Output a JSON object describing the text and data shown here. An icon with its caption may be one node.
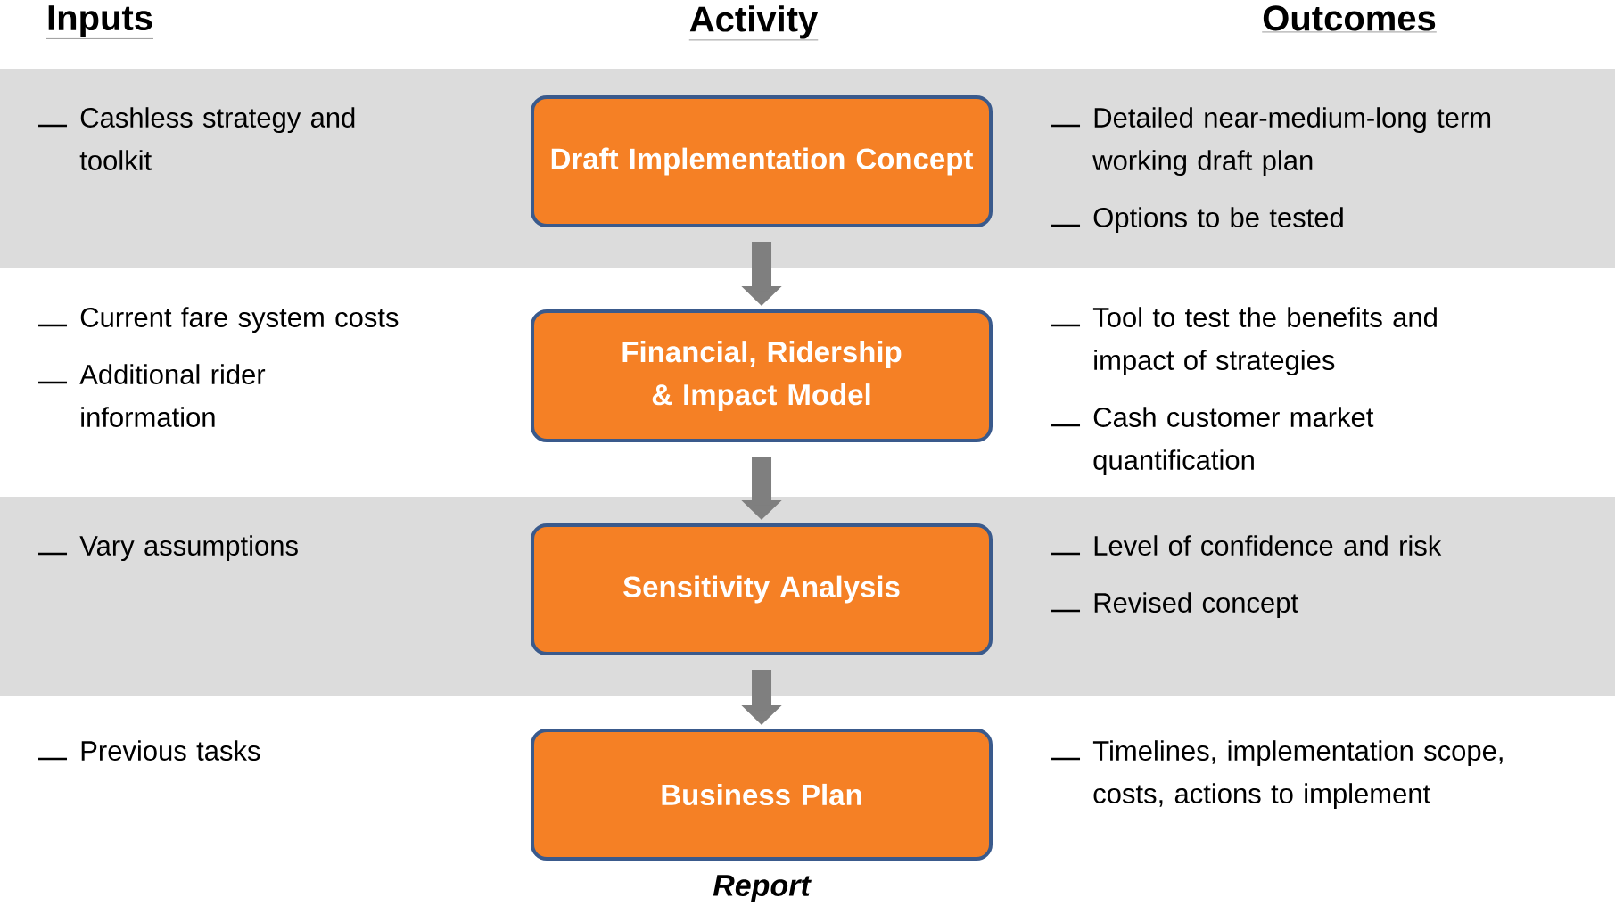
{
  "diagram": {
    "nodes": [
      {
        "text": [
          "Draft Implementation Concept"
        ]
      },
      {
        "text": [
          "Financial, Ridership & Impact Model"
        ]
      },
      {
        "text": [
          "Sensitivity Analysis"
        ]
      },
      {
        "text": [
          "Business Plan"
        ],
        "beside": [
          "Report"
        ]
      }
    ],
    "edges": [
      {
        "from": 0,
        "to": 1,
        "arrow": "to"
      },
      {
        "from": 1,
        "to": 2,
        "arrow": "to"
      },
      {
        "from": 2,
        "to": 3,
        "arrow": "to"
      }
    ],
    "labels": [
      "Inputs",
      "Activity",
      "Outcomes",
      "Cashless strategy and toolkit",
      "Detailed near-medium-long term working draft plan",
      "Options to be tested",
      "Current fare system costs",
      "Tool to test the benefits and impact of strategies",
      "Additional rider information",
      "Cash customer market quantification",
      "Vary assumptions",
      "Level of confidence and risk",
      "Revised concept",
      "Previous tasks",
      "Timelines, implementation scope, costs, actions to implement"
    ]
  }
}
